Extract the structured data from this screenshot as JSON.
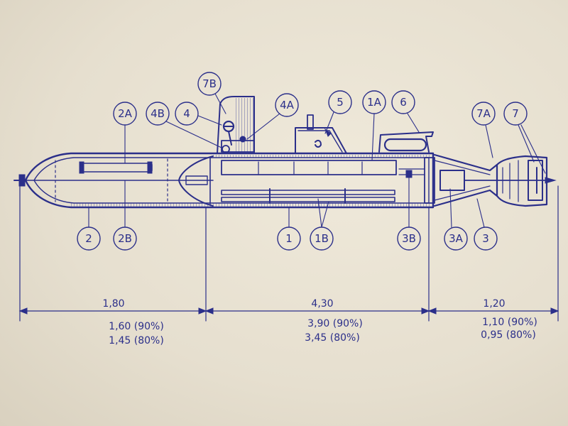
{
  "colors": {
    "ink": "#2b2f8a",
    "paper": "#ebe5d6"
  },
  "labels": {
    "l_7B": "7B",
    "l_2A": "2A",
    "l_4B": "4B",
    "l_4": "4",
    "l_4A": "4A",
    "l_5": "5",
    "l_1A": "1A",
    "l_6": "6",
    "l_7A": "7A",
    "l_7": "7",
    "l_2": "2",
    "l_2B": "2B",
    "l_1": "1",
    "l_1B": "1B",
    "l_3B": "3B",
    "l_3A": "3A",
    "l_3": "3"
  },
  "dimensions": {
    "bow": {
      "length": "1,80",
      "line1": "1,60 (90%)",
      "line2": "1,45 (80%)"
    },
    "mid": {
      "length": "4,30",
      "line1": "3,90 (90%)",
      "line2": "3,45 (80%)"
    },
    "stern": {
      "length": "1,20",
      "line1": "1,10 (90%)",
      "line2": "0,95 (80%)"
    }
  }
}
